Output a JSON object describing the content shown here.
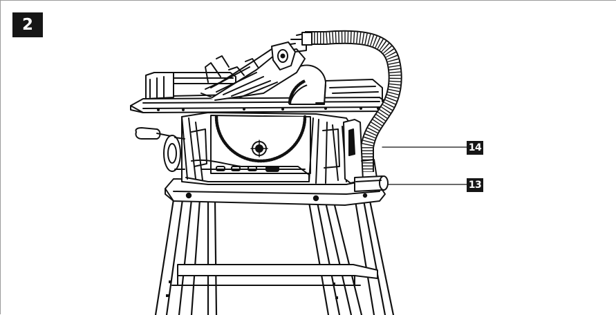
{
  "figure": {
    "number": "2"
  },
  "callouts": [
    {
      "id": "14",
      "label": "14"
    },
    {
      "id": "13",
      "label": "13"
    }
  ]
}
